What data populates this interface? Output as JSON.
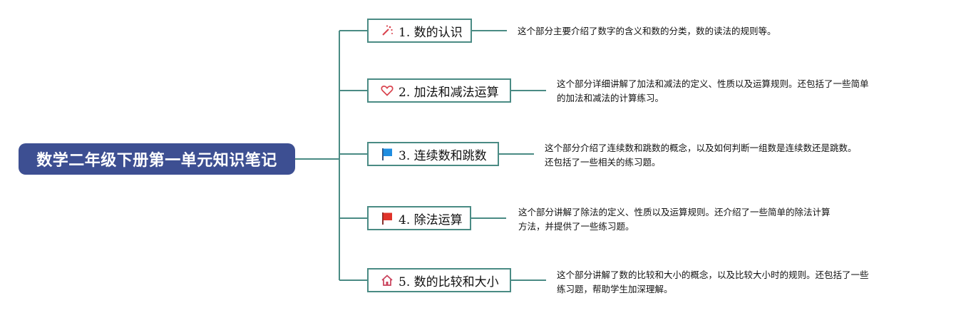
{
  "root": {
    "title": "数学二年级下册第一单元知识笔记"
  },
  "topics": [
    {
      "label": "1. 数的认识",
      "icon": "magic-wand-icon",
      "desc": [
        "这个部分主要介绍了数字的含义和数的分类，数的读法的规则等。"
      ]
    },
    {
      "label": "2. 加法和减法运算",
      "icon": "heart-icon",
      "desc": [
        "这个部分详细讲解了加法和减法的定义、性质以及运算规则。还包括了一些简单",
        "的加法和减法的计算练习。"
      ]
    },
    {
      "label": "3. 连续数和跳数",
      "icon": "blue-flag-icon",
      "desc": [
        "这个部分介绍了连续数和跳数的概念，以及如何判断一组数是连续数还是跳数。",
        "还包括了一些相关的练习题。"
      ]
    },
    {
      "label": "4. 除法运算",
      "icon": "red-flag-icon",
      "desc": [
        "这个部分讲解了除法的定义、性质以及运算规则。还介绍了一些简单的除法计算",
        "方法，并提供了一些练习题。"
      ]
    },
    {
      "label": "5. 数的比较和大小",
      "icon": "home-icon",
      "desc": [
        "这个部分讲解了数的比较和大小的概念，以及比较大小时的规则。还包括了一些",
        "练习题，帮助学生加深理解。"
      ]
    }
  ],
  "colors": {
    "root_bg": "#3d4f92",
    "line": "#4a8b84",
    "heart": "#d9434e",
    "flag_blue": "#1f8de0",
    "flag_red": "#e0332a",
    "home": "#c9405a",
    "wand": "#d9434e"
  }
}
